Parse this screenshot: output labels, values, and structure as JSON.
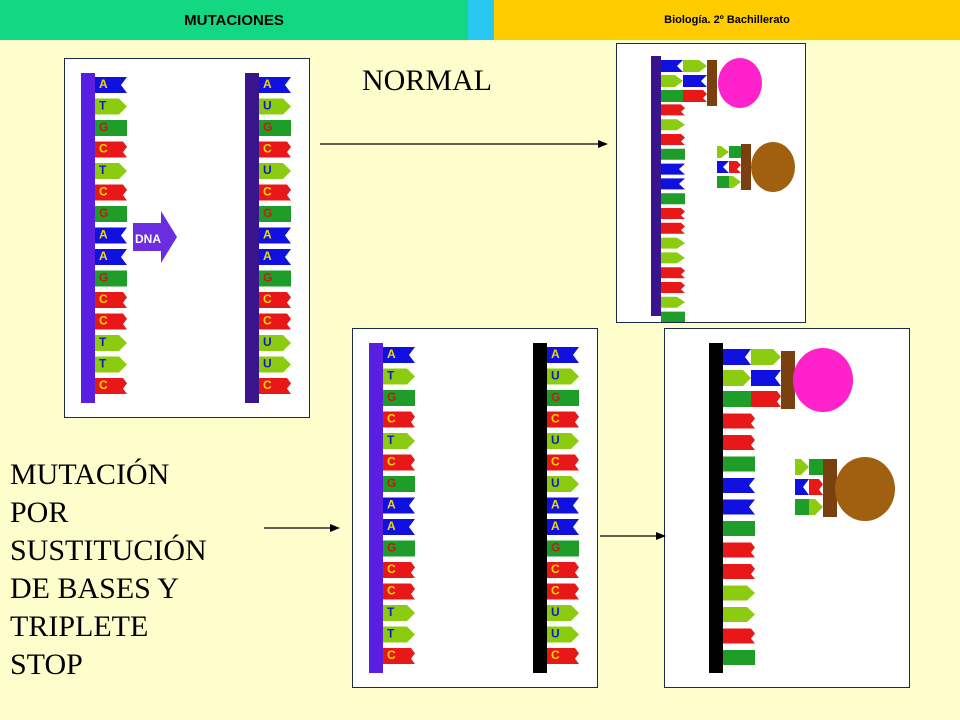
{
  "header": {
    "left_title": "MUTACIONES",
    "right_title": "Biología. 2º Bachillerato",
    "colors": {
      "left": "#12D883",
      "middle": "#28C8F0",
      "right": "#FFCC00"
    }
  },
  "labels": {
    "normal": "NORMAL",
    "mutation": "MUTACIÓN\nPOR\nSUSTITUCIÓN\nDE BASES Y\nTRIPLETE\nSTOP"
  },
  "dna_badge": "DNA",
  "strands": {
    "dna_normal": [
      "A",
      "T",
      "G",
      "C",
      "T",
      "C",
      "G",
      "A",
      "A",
      "G",
      "C",
      "C",
      "T",
      "T",
      "C"
    ],
    "rna_normal": [
      "A",
      "U",
      "G",
      "C",
      "U",
      "C",
      "G",
      "A",
      "A",
      "G",
      "C",
      "C",
      "U",
      "U",
      "C"
    ],
    "dna_mutant": [
      "A",
      "T",
      "G",
      "C",
      "T",
      "C",
      "G",
      "A",
      "A",
      "G",
      "C",
      "C",
      "T",
      "T",
      "C"
    ],
    "rna_mutant": [
      "A",
      "U",
      "G",
      "C",
      "U",
      "C",
      "U",
      "A",
      "A",
      "G",
      "C",
      "C",
      "U",
      "U",
      "C"
    ]
  },
  "base_colors": {
    "A": "#1010E0",
    "T": "#8CCC10",
    "U": "#8CCC10",
    "G": "#1E9E28",
    "C": "#E81818"
  },
  "backbone_colors": {
    "dna": "#5A1EE0",
    "rna_normal": "#3A148C",
    "rna_mutant": "#000000",
    "protein_normal": "#3A148C",
    "protein_mutant": "#000000"
  },
  "molecule_colors": {
    "magenta": "#FF22CC",
    "brown": "#A06010",
    "bar": "#7A4010"
  }
}
